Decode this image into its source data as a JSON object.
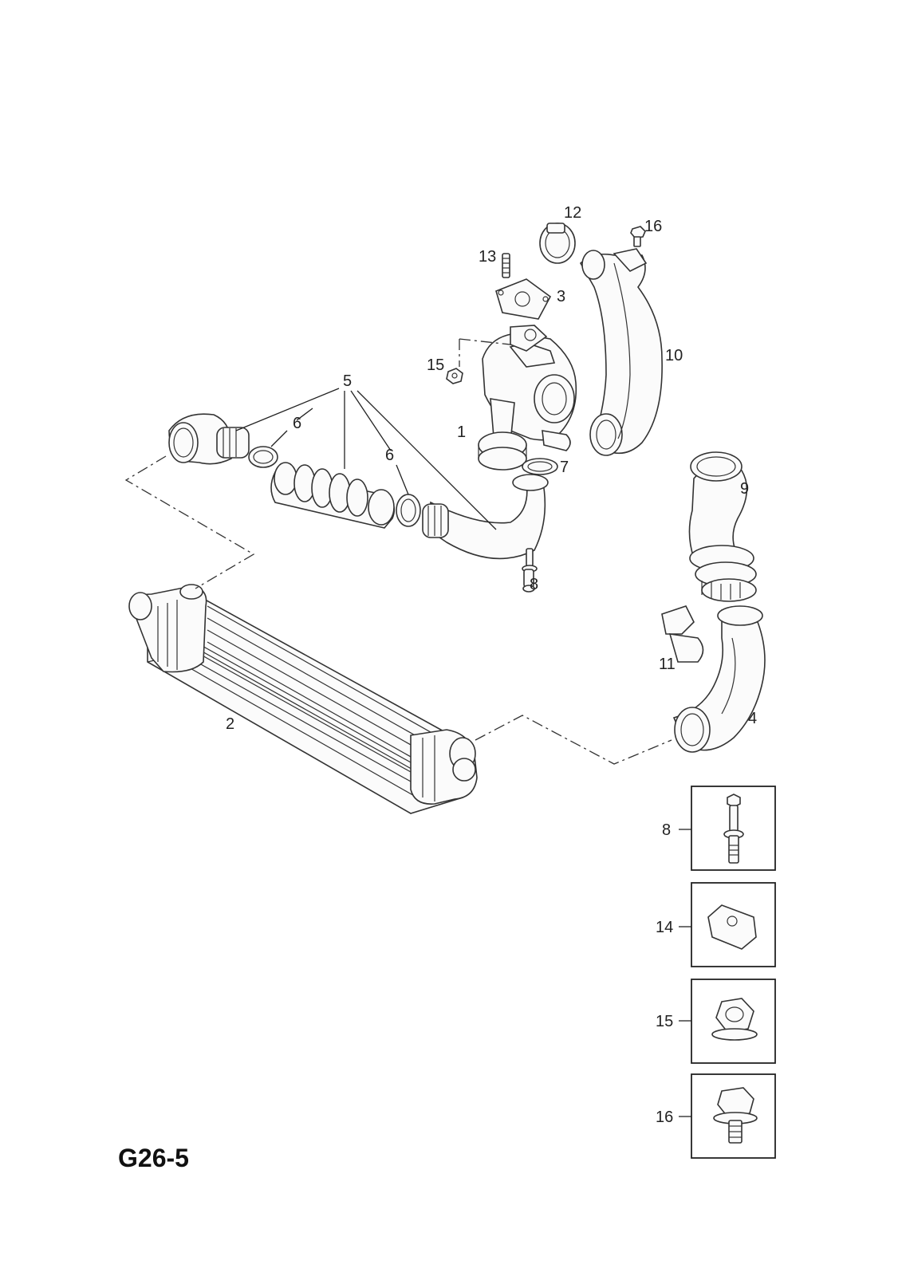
{
  "diagram_code": "G26-5",
  "callouts": {
    "c1": "1",
    "c2": "2",
    "c3": "3",
    "c4": "4",
    "c5": "5",
    "c6a": "6",
    "c6b": "6",
    "c7": "7",
    "c8": "8",
    "c9": "9",
    "c10": "10",
    "c11": "11",
    "c12": "12",
    "c13": "13",
    "c15": "15",
    "c16": "16"
  },
  "detail_boxes": {
    "b8": "8",
    "b14": "14",
    "b15": "15",
    "b16": "16"
  }
}
